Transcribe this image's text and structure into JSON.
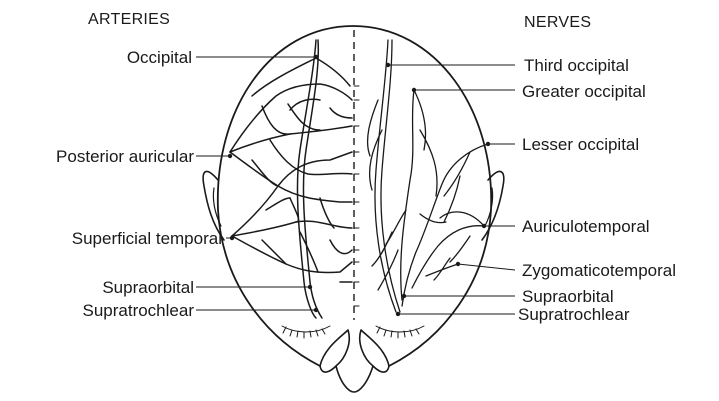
{
  "headers": {
    "left": "ARTERIES",
    "right": "NERVES"
  },
  "arteries": [
    "Occipital",
    "Posterior auricular",
    "Superficial temporal",
    "Supraorbital",
    "Supratrochlear"
  ],
  "nerves": [
    "Third occipital",
    "Greater occipital",
    "Lesser occipital",
    "Auriculotemporal",
    "Zygomaticotemporal",
    "Supraorbital",
    "Supratrochlear"
  ]
}
